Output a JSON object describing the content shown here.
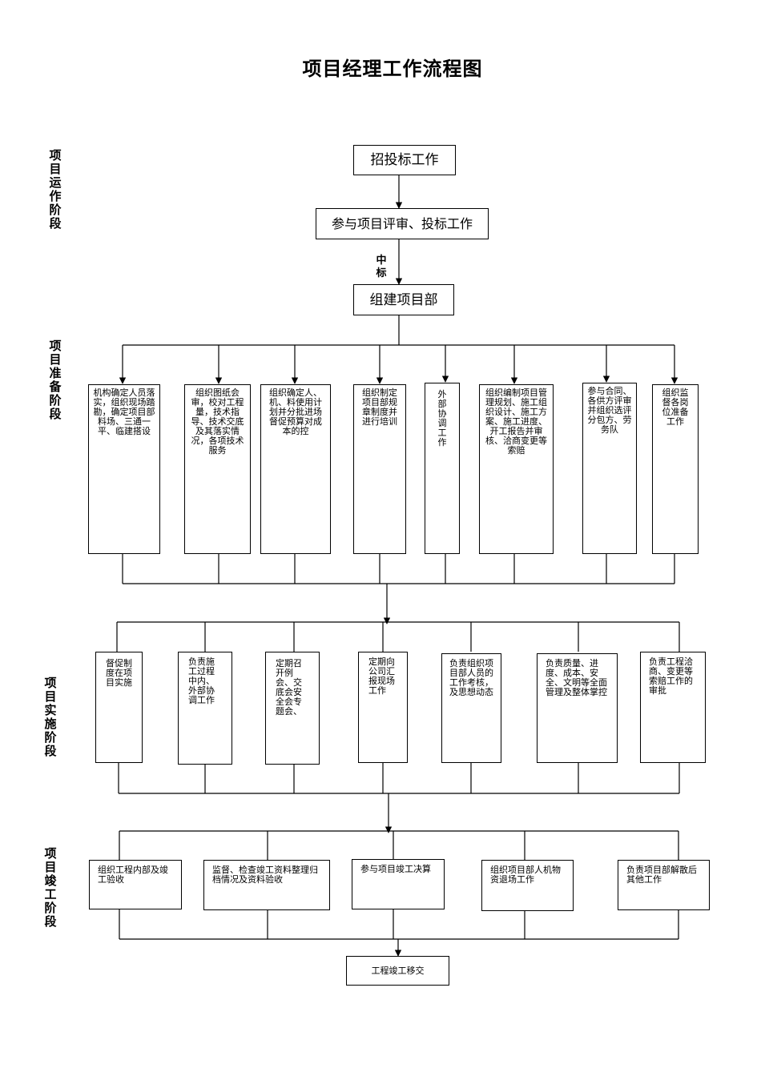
{
  "title": "项目经理工作流程图",
  "stages": {
    "s1": "项目运作阶段",
    "s2": "项目准备阶段",
    "s3": "项目实施阶段",
    "s4": "项目竣工阶段"
  },
  "edge_label": "中标",
  "nodes": {
    "tender": "招投标工作",
    "review": "参与项目评审、投标工作",
    "build": "组建项目部",
    "prep": [
      "机构确定人员落实，组织现场踏勘，确定项目部料场、三通一平、临建搭设",
      "组织图纸会审，校对工程量，技术指导、技术交底及其落实情况，各项技术服务",
      "组织确定人、机、料使用计划并分批进场督促预算对成本的控",
      "组织制定项目部规章制度并进行培训",
      "外部协调工作",
      "组织编制项目管理规划、施工组织设计、施工方案、施工进度、开工报告并审核、洽商变更等索赔",
      "参与合同、各供方评审并组织选评分包方、劳务队",
      "组织监督各岗位准备工作"
    ],
    "impl": [
      "督促制度在项目实施",
      "负责施工过程中内、外部协调工作",
      "定期召开例会、交底会安全会专题会、",
      "定期向公司汇报现场工作",
      "负责组织项目部人员的工作考核，及思想动态",
      "负责质量、进度、成本、安全、文明等全面管理及整体掌控",
      "负责工程洽商、变更等索赔工作的审批"
    ],
    "done": [
      "组织工程内部及竣工验收",
      "监督、检查竣工资料整理归档情况及资料验收",
      "参与项目竣工决算",
      "组织项目部人机物资退场工作",
      "负责项目部解散后其他工作"
    ],
    "final": "工程竣工移交"
  }
}
